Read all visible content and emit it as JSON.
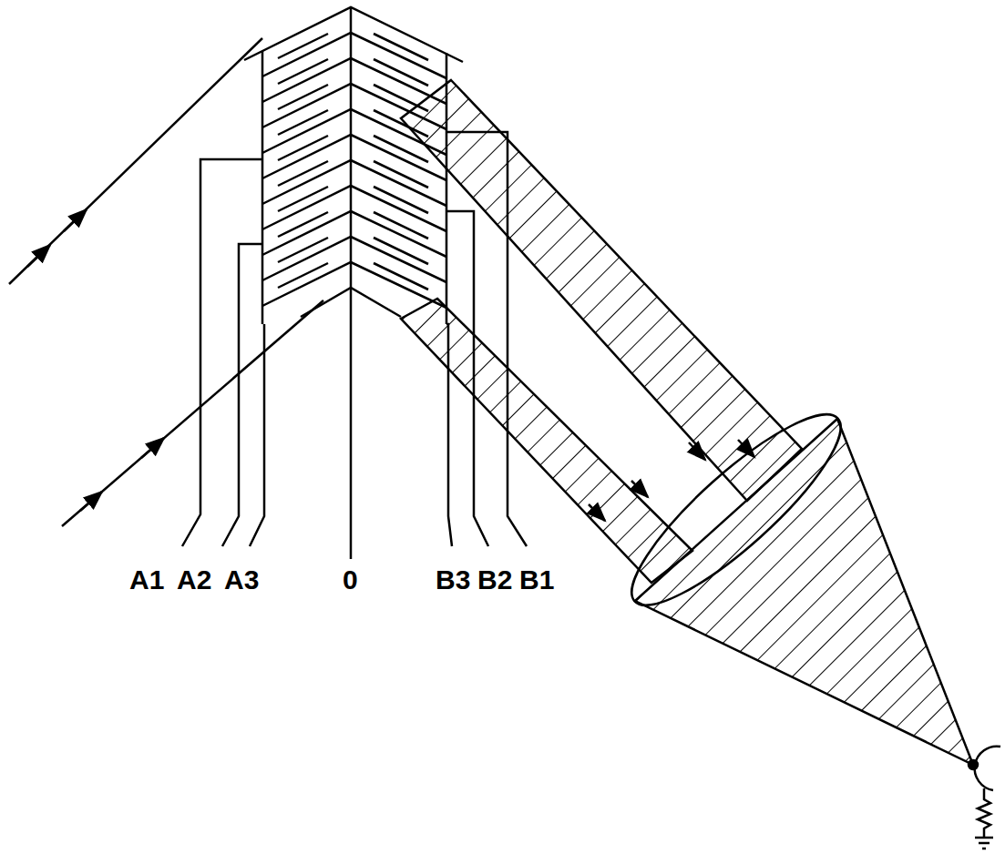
{
  "diagram": {
    "labels": [
      "A1",
      "A2",
      "A3",
      "0",
      "B3",
      "B2",
      "B1"
    ]
  }
}
